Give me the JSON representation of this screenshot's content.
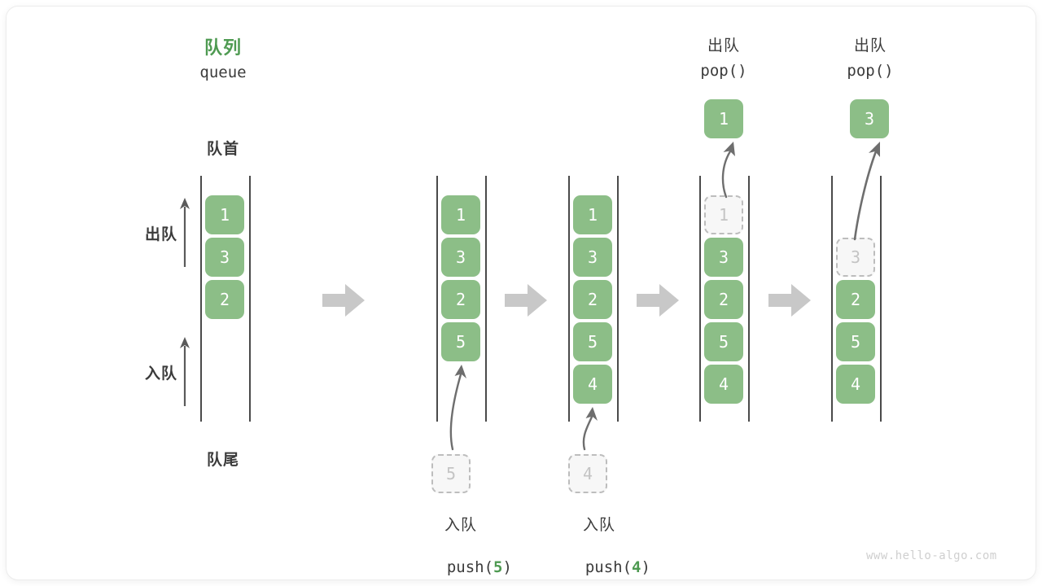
{
  "diagram": {
    "title_cn": "队列",
    "title_en": "queue",
    "front_label": "队首",
    "rear_label": "队尾",
    "dequeue_side_label": "出队",
    "enqueue_side_label": "入队",
    "watermark": "www.hello-algo.com",
    "colors": {
      "green": "#8cbe87",
      "title_green": "#4e9a51",
      "text_dark": "#3b3b3b",
      "rail": "#4a4a4a",
      "ghost_border": "#bdbdbd",
      "ghost_fill": "#f7f7f7",
      "ghost_text": "#c4c4c4",
      "step_arrow": "#c8c8c8",
      "curve_arrow": "#6e6e6e",
      "watermark": "#cfcfcf"
    },
    "columns": [
      {
        "id": "initial",
        "slots": [
          {
            "value": "1",
            "state": "filled"
          },
          {
            "value": "3",
            "state": "filled"
          },
          {
            "value": "2",
            "state": "filled"
          },
          {
            "value": "",
            "state": "empty"
          },
          {
            "value": "",
            "state": "empty"
          }
        ]
      },
      {
        "id": "after-push-5",
        "slots": [
          {
            "value": "1",
            "state": "filled"
          },
          {
            "value": "3",
            "state": "filled"
          },
          {
            "value": "2",
            "state": "filled"
          },
          {
            "value": "5",
            "state": "filled"
          },
          {
            "value": "",
            "state": "empty"
          }
        ],
        "incoming": {
          "value": "5",
          "state": "ghost"
        },
        "caption_cn": "入队",
        "caption_code_pre": "push(",
        "caption_code_num": "5",
        "caption_code_post": ")"
      },
      {
        "id": "after-push-4",
        "slots": [
          {
            "value": "1",
            "state": "filled"
          },
          {
            "value": "3",
            "state": "filled"
          },
          {
            "value": "2",
            "state": "filled"
          },
          {
            "value": "5",
            "state": "filled"
          },
          {
            "value": "4",
            "state": "filled"
          }
        ],
        "incoming": {
          "value": "4",
          "state": "ghost"
        },
        "caption_cn": "入队",
        "caption_code_pre": "push(",
        "caption_code_num": "4",
        "caption_code_post": ")"
      },
      {
        "id": "after-pop-1",
        "slots": [
          {
            "value": "1",
            "state": "ghost"
          },
          {
            "value": "3",
            "state": "filled"
          },
          {
            "value": "2",
            "state": "filled"
          },
          {
            "value": "5",
            "state": "filled"
          },
          {
            "value": "4",
            "state": "filled"
          }
        ],
        "popped": {
          "value": "1",
          "state": "filled"
        },
        "header_cn": "出队",
        "header_code": "pop()"
      },
      {
        "id": "after-pop-3",
        "slots": [
          {
            "value": "",
            "state": "empty"
          },
          {
            "value": "3",
            "state": "ghost"
          },
          {
            "value": "2",
            "state": "filled"
          },
          {
            "value": "5",
            "state": "filled"
          },
          {
            "value": "4",
            "state": "filled"
          }
        ],
        "popped": {
          "value": "3",
          "state": "filled"
        },
        "header_cn": "出队",
        "header_code": "pop()"
      }
    ]
  }
}
